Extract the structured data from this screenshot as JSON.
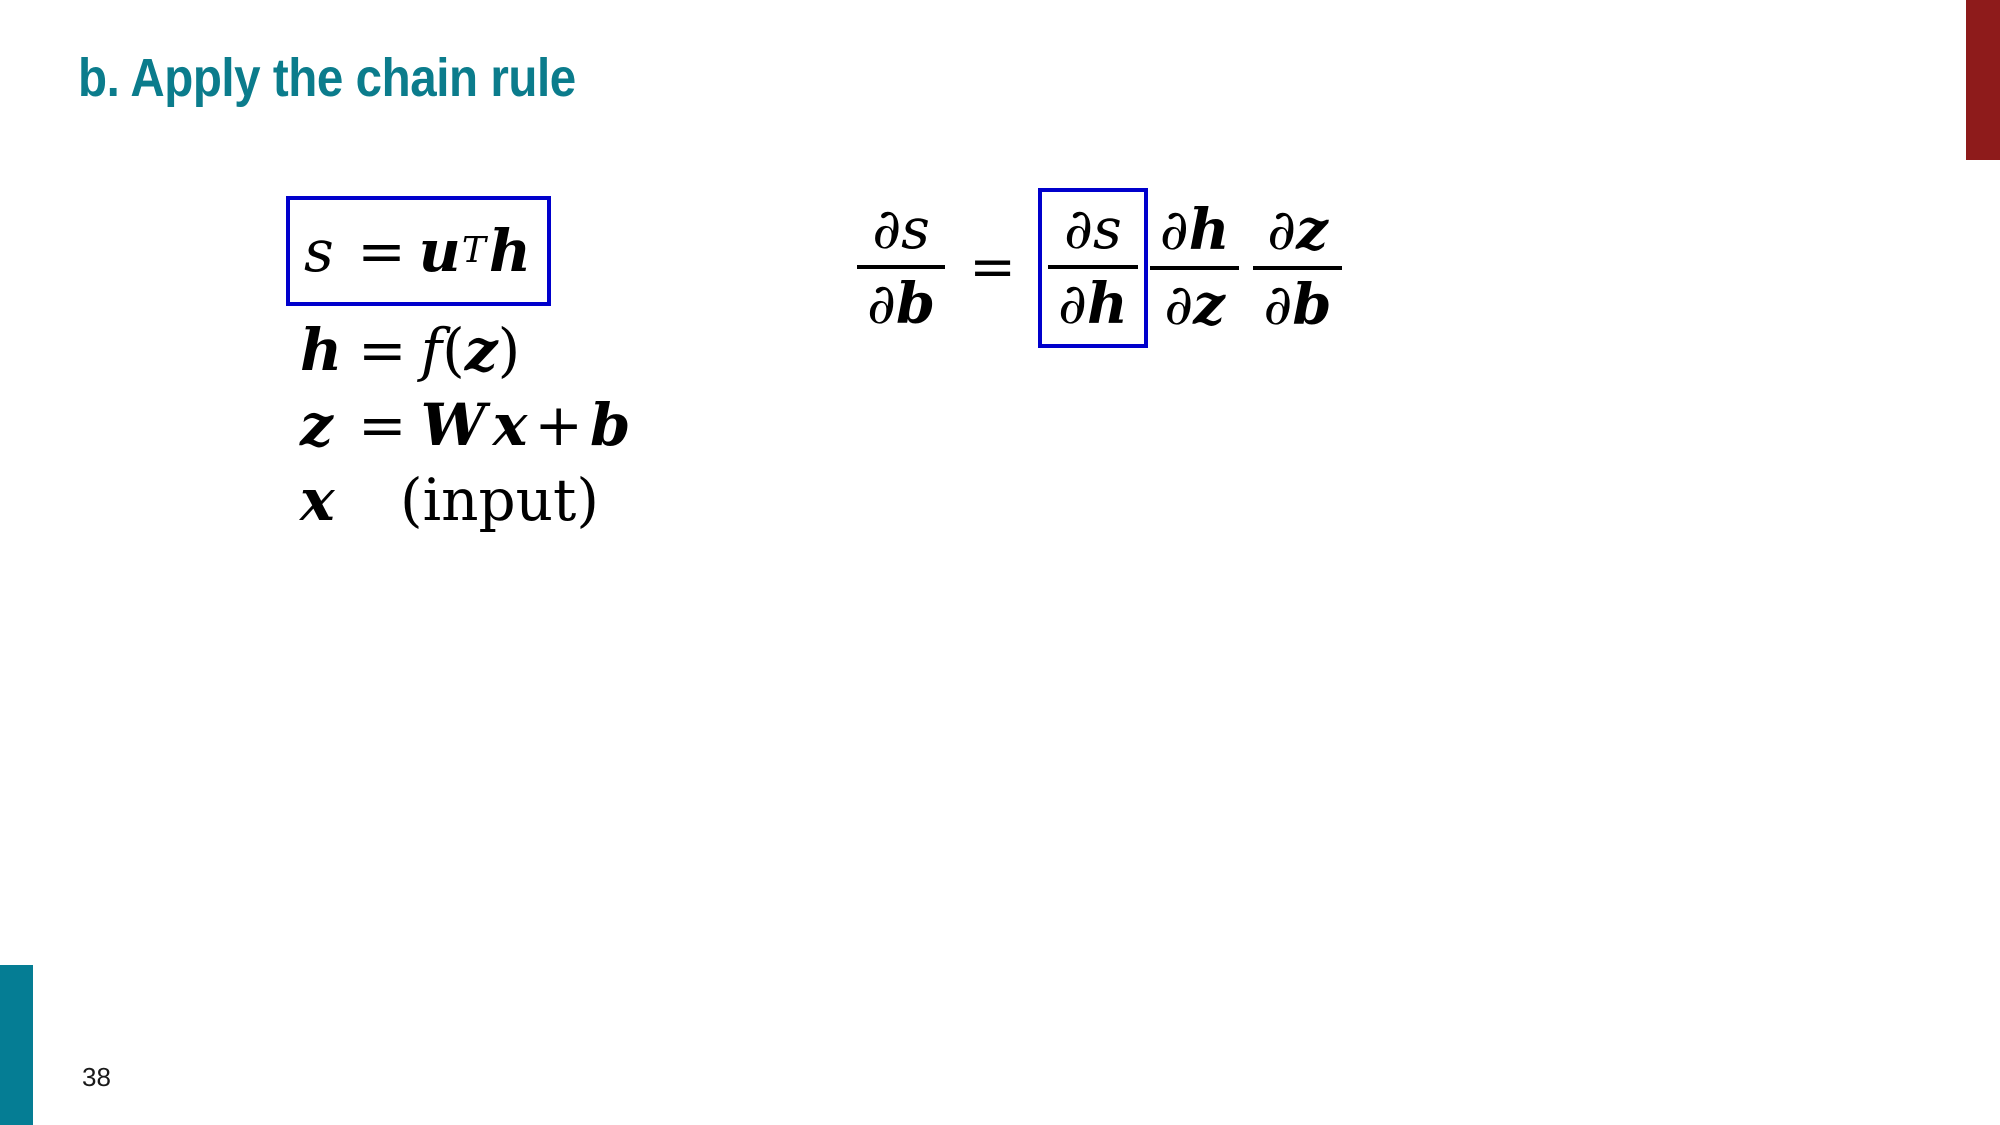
{
  "slide": {
    "title": "b. Apply the chain rule",
    "page_number": "38",
    "background_color": "#ffffff",
    "accent_teal": "#057D94",
    "accent_red": "#8E1B1B",
    "title_color": "#0B7C8C",
    "highlight_box_color": "#0000CC"
  },
  "equation_stack": {
    "lines": [
      {
        "id": "line-s",
        "latex": "s = u^T h",
        "lhs": "s",
        "rel": "=",
        "rhs_base": "u",
        "rhs_sup": "T",
        "rhs_tail": "h",
        "boxed": true
      },
      {
        "id": "line-h",
        "latex": "h = f(z)",
        "lhs": "h",
        "rel": "=",
        "fn": "f",
        "open": "(",
        "arg": "z",
        "close": ")",
        "boxed": false
      },
      {
        "id": "line-z",
        "latex": "z = Wx + b",
        "lhs": "z",
        "rel": "=",
        "matrix": "W",
        "vec": "x",
        "plus": "+",
        "bias": "b",
        "boxed": false
      },
      {
        "id": "line-x",
        "latex": "x  (input)",
        "lhs": "x",
        "note": "(input)",
        "boxed": false
      }
    ]
  },
  "chain_rule": {
    "latex": "\\frac{\\partial s}{\\partial b} = \\frac{\\partial s}{\\partial h}\\frac{\\partial h}{\\partial z}\\frac{\\partial z}{\\partial b}",
    "partial_symbol": "∂",
    "equals": "=",
    "lhs": {
      "num_var": "s",
      "den_var": "b"
    },
    "terms": [
      {
        "num_var": "s",
        "den_var": "h",
        "boxed": true
      },
      {
        "num_var": "h",
        "den_var": "z",
        "boxed": false
      },
      {
        "num_var": "z",
        "den_var": "b",
        "boxed": false
      }
    ]
  }
}
